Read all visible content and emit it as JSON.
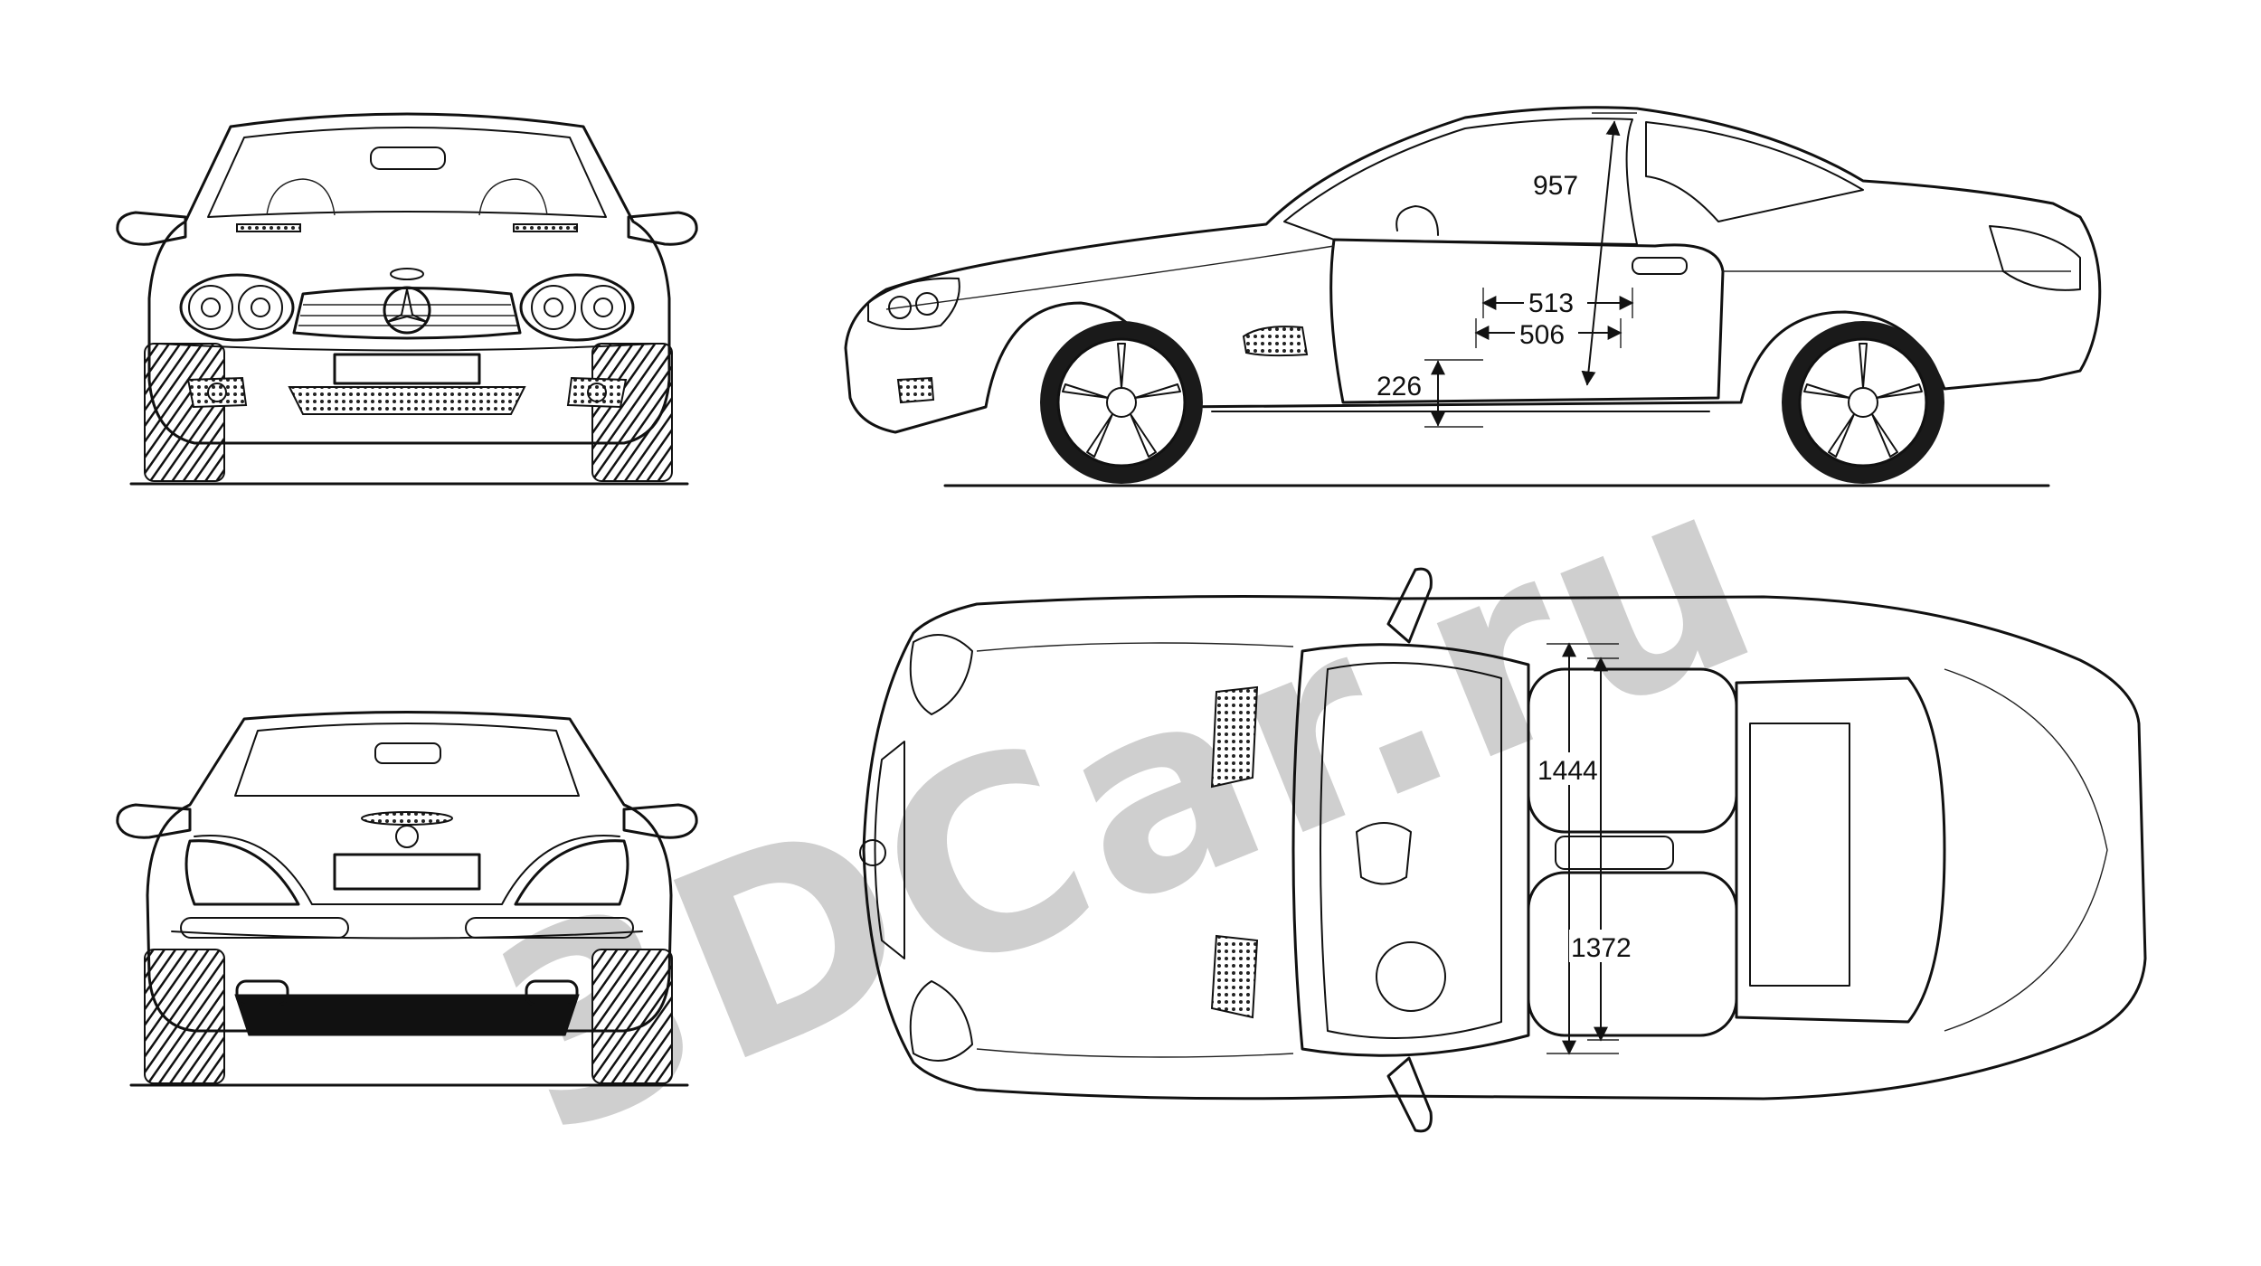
{
  "watermark": {
    "text": "3DCar.ru",
    "color": "#cfcfcf"
  },
  "views": {
    "front": {
      "name": "front-view"
    },
    "rear": {
      "name": "rear-view"
    },
    "side": {
      "name": "side-view"
    },
    "top": {
      "name": "top-view"
    }
  },
  "dimensions": {
    "roof_height": "957",
    "door_opening_upper": "513",
    "door_opening_lower": "506",
    "sill_height": "226",
    "shoulder_width_front": "1444",
    "hip_width": "1372"
  },
  "colors": {
    "line": "#111111",
    "background": "#ffffff"
  }
}
